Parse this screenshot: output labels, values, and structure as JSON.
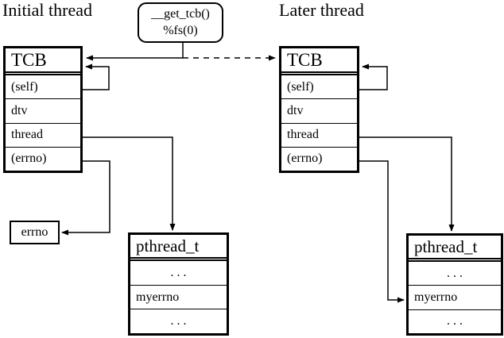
{
  "diagram": {
    "accessor": {
      "line1": "__get_tcb()",
      "line2": "%fs(0)"
    },
    "initial": {
      "title": "Initial thread",
      "tcb": {
        "header": "TCB",
        "rows": [
          "(self)",
          "dtv",
          "thread",
          "(errno)"
        ]
      },
      "pthread": {
        "header": "pthread_t",
        "rows": [
          ". . .",
          "myerrno",
          ". . ."
        ]
      },
      "errno_box": {
        "label": "errno"
      }
    },
    "later": {
      "title": "Later thread",
      "tcb": {
        "header": "TCB",
        "rows": [
          "(self)",
          "dtv",
          "thread",
          "(errno)"
        ]
      },
      "pthread": {
        "header": "pthread_t",
        "rows": [
          ". . .",
          "myerrno",
          ". . ."
        ]
      }
    },
    "colors": {
      "line": "#000000",
      "background": "#ffffff"
    }
  }
}
